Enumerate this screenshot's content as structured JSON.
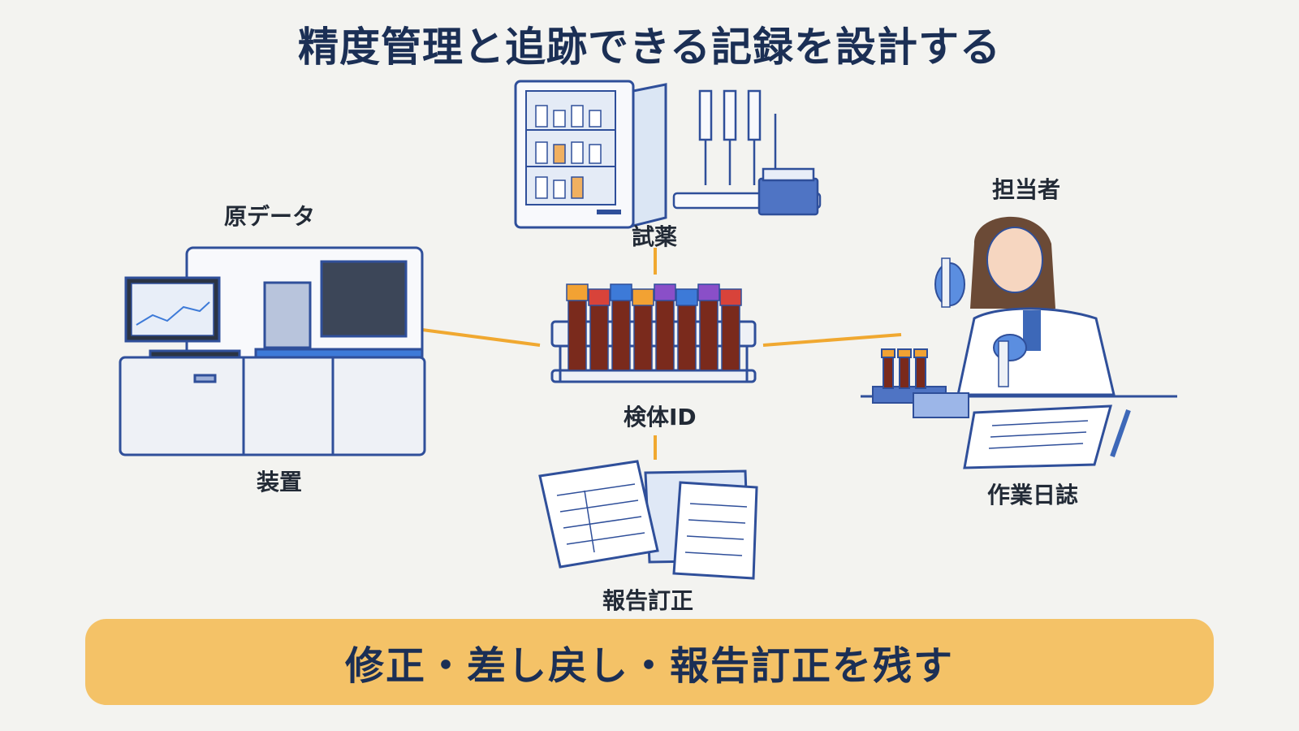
{
  "title": "精度管理と追跡できる記録を設計する",
  "nodes": {
    "center": "検体ID",
    "reagent": "試薬",
    "raw_data": "原データ",
    "device": "装置",
    "person": "担当者",
    "worklog": "作業日誌",
    "report": "報告訂正"
  },
  "banner": {
    "text": "修正・差し戻し・報告訂正を残す"
  },
  "colors": {
    "title": "#1b2f55",
    "banner_bg": "#f4c267",
    "connector": "#f0a830",
    "line_art": "#2f4f9a"
  }
}
